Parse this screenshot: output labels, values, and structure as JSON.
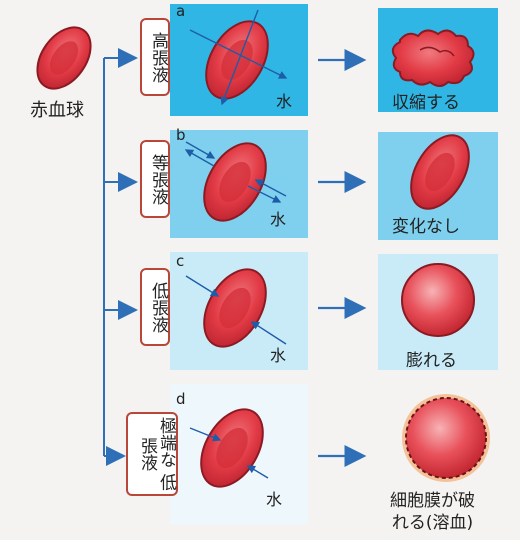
{
  "rbc_label": "赤血球",
  "water_label": "水",
  "colors": {
    "cell_fill": "#e23b46",
    "cell_edge": "#8b1a22",
    "hyper_bg": "#2fb6e4",
    "iso_bg": "#7fd0ee",
    "hypo_bg": "#c9ebf8",
    "extreme_bg": "#eef8fc",
    "arrow": "#2f6fb7",
    "label_border": "#b8473a"
  },
  "rows": [
    {
      "letter": "a",
      "solution": "高張液",
      "result": "収縮する"
    },
    {
      "letter": "b",
      "solution": "等張液",
      "result": "変化なし"
    },
    {
      "letter": "c",
      "solution": "低張液",
      "result": "膨れる"
    },
    {
      "letter": "d",
      "solution_line1": "極端な",
      "solution_line2": "低張液",
      "result_line1": "細胞膜が破",
      "result_line2": "れる(溶血)"
    }
  ]
}
